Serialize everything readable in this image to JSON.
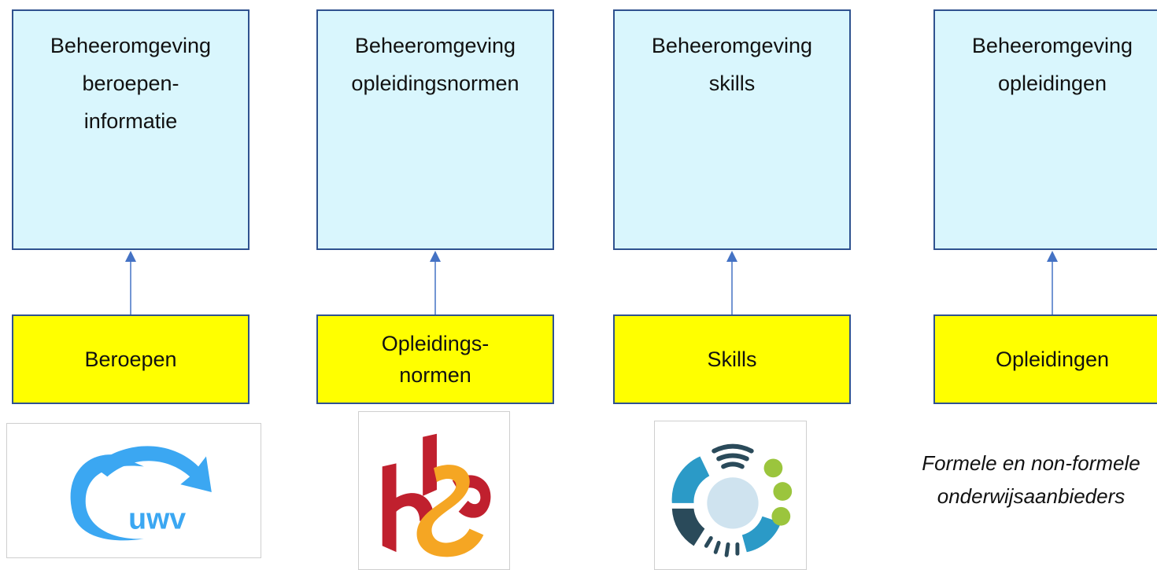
{
  "columns": [
    {
      "management": "Beheeromgeving\nberoepen-\ninformatie",
      "source": "Beroepen"
    },
    {
      "management": "Beheeromgeving\nopleidingsnormen",
      "source": "Opleidings-\nnormen"
    },
    {
      "management": "Beheeromgeving\nskills",
      "source": "Skills"
    },
    {
      "management": "Beheeromgeving\nopleidingen",
      "source": "Opleidingen"
    }
  ],
  "logos": {
    "uwv": {
      "text": "uwv",
      "color": "#3ba7f2"
    },
    "sbb": {
      "red": "#c0202e",
      "orange": "#f5a623"
    },
    "skills": {
      "blue": "#2b9ac7",
      "dark": "#2a4a5a",
      "green": "#9bc53d",
      "center": "#cfe3ef"
    }
  },
  "providers_text": "Formele en non-formele\nonderwijsaanbieders",
  "colors": {
    "management_fill": "#d9f6fd",
    "source_fill": "#ffff00",
    "border": "#2f528f",
    "arrow": "#4472c4"
  }
}
